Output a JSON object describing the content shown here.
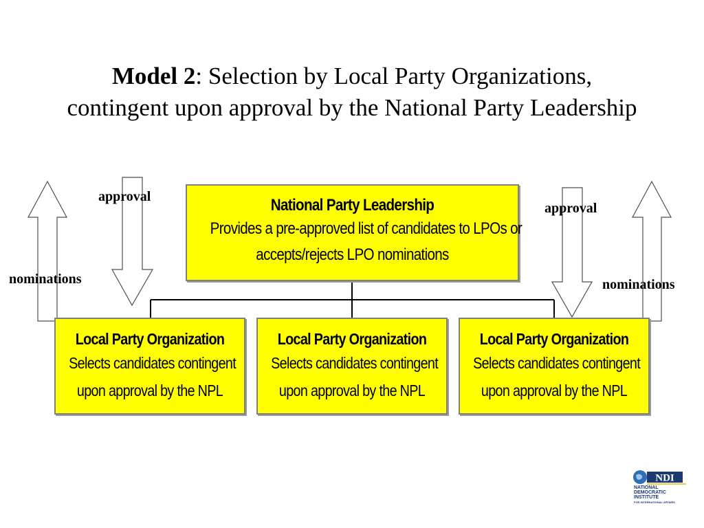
{
  "title": {
    "bold": "Model 2",
    "line1_rest": ": Selection by Local Party Organizations,",
    "line2": "contingent upon approval by the National Party Leadership"
  },
  "national_leadership": {
    "heading": "National Party Leadership",
    "line1": "Provides a pre-approved list of candidates to LPOs or",
    "line2": "accepts/rejects LPO nominations"
  },
  "local_orgs": [
    {
      "heading": "Local Party Organization",
      "line1": "Selects candidates contingent",
      "line2": "upon approval by the NPL"
    },
    {
      "heading": "Local Party Organization",
      "line1": "Selects candidates contingent",
      "line2": "upon approval by the NPL"
    },
    {
      "heading": "Local Party Organization",
      "line1": "Selects candidates contingent",
      "line2": "upon approval by the NPL"
    }
  ],
  "arrows": {
    "approval_left": "approval",
    "approval_right": "approval",
    "nominations_left": "nominations",
    "nominations_right": "nominations"
  },
  "logo": {
    "mark": "NDI",
    "line1": "NATIONAL",
    "line2": "DEMOCRATIC",
    "line3": "INSTITUTE",
    "line4": "FOR INTERNATIONAL AFFAIRS"
  },
  "colors": {
    "box_fill": "#ffff00",
    "box_border": "#7f7f7f",
    "connector": "#000000",
    "logo_blue": "#1b3a73"
  }
}
